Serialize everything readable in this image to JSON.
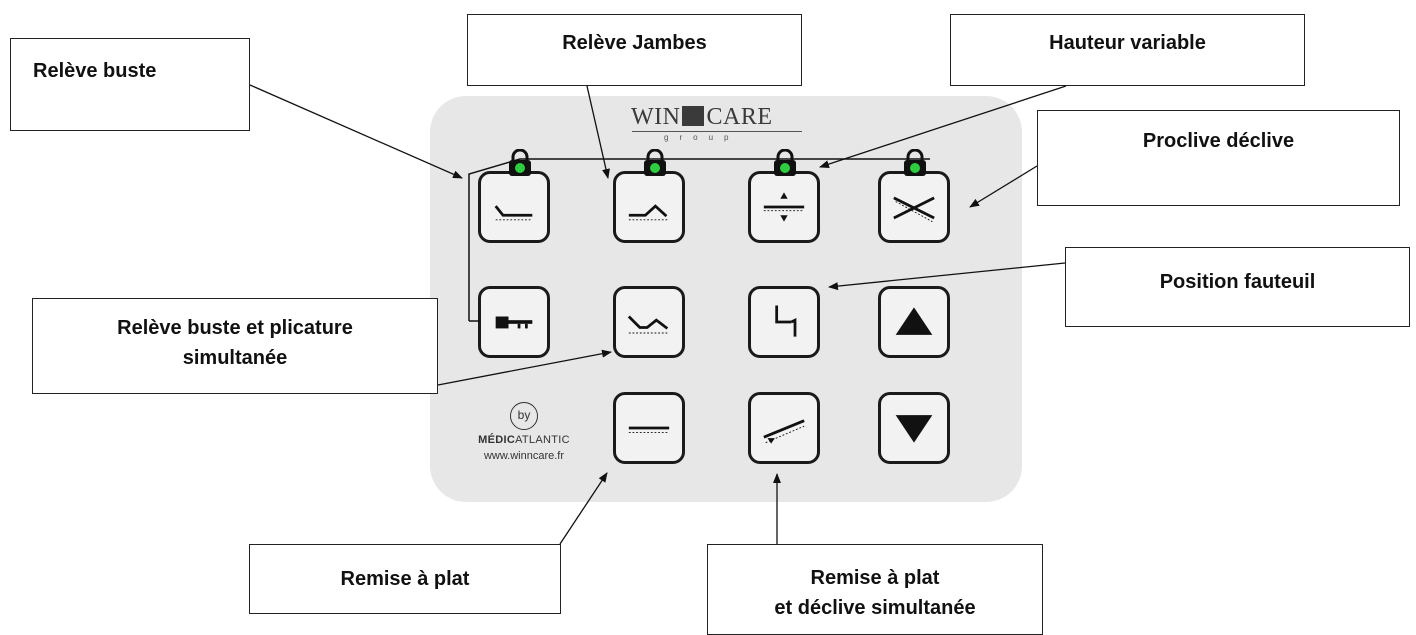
{
  "brand": {
    "name_left": "WIN",
    "name_right": "CARE",
    "sub": "group"
  },
  "maker": {
    "by": "by",
    "name_bold": "MÉDIC",
    "name_rest": "ATLANTIC",
    "url": "www.winncare.fr"
  },
  "callouts": {
    "releve_buste": "Relève buste",
    "releve_jambes": "Relève Jambes",
    "hauteur_variable": "Hauteur variable",
    "proclive_declive": "Proclive déclive",
    "position_fauteuil": "Position fauteuil",
    "releve_buste_plicature": "Relève buste et plicature simultanée",
    "remise_a_plat": "Remise à plat",
    "remise_a_plat_declive_line1": "Remise à plat",
    "remise_a_plat_declive_line2": "et déclive simultanée"
  },
  "colors": {
    "panel": "#e7e7e7",
    "led": "#2ecc40",
    "lock": "#1a1a1a",
    "button_border": "#1a1a1a"
  },
  "buttons": [
    {
      "id": "backrest",
      "icon": "backrest-icon",
      "lock": true
    },
    {
      "id": "legrest",
      "icon": "legrest-icon",
      "lock": true
    },
    {
      "id": "height",
      "icon": "height-icon",
      "lock": true
    },
    {
      "id": "tilt",
      "icon": "tilt-icon",
      "lock": true
    },
    {
      "id": "key",
      "icon": "key-icon",
      "lock": false
    },
    {
      "id": "backrest-knee",
      "icon": "backrest-knee-icon",
      "lock": false
    },
    {
      "id": "chair",
      "icon": "chair-position-icon",
      "lock": false
    },
    {
      "id": "up",
      "icon": "arrow-up-icon",
      "lock": false
    },
    {
      "id": "flat",
      "icon": "flat-icon",
      "lock": false
    },
    {
      "id": "flat-decline",
      "icon": "flat-decline-icon",
      "lock": false
    },
    {
      "id": "down",
      "icon": "arrow-down-icon",
      "lock": false
    }
  ]
}
